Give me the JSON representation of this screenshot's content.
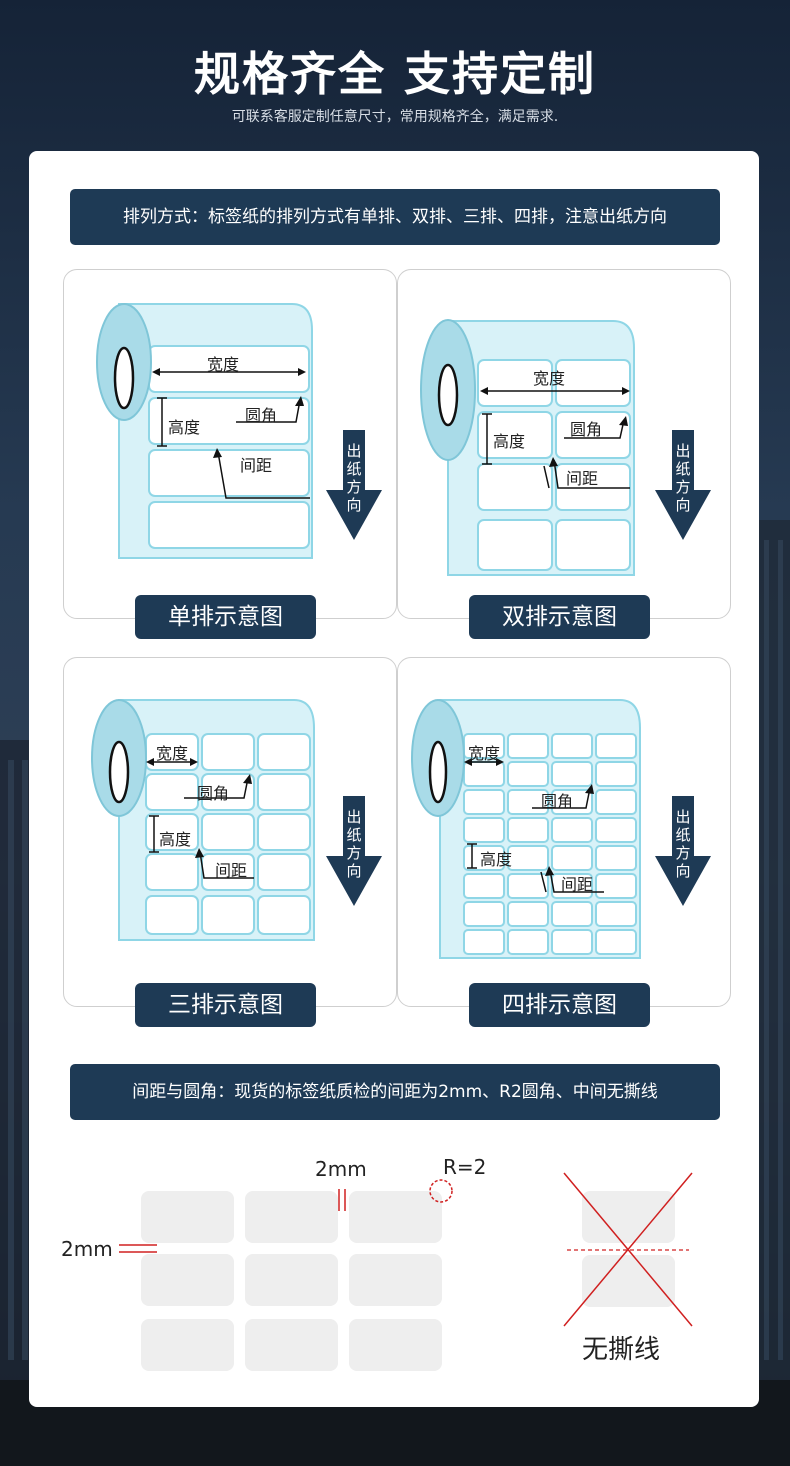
{
  "header": {
    "title": "规格齐全 支持定制",
    "subtitle": "可联系客服定制任意尺寸，常用规格齐全，满足需求."
  },
  "section1": {
    "banner": "排列方式：标签纸的排列方式有单排、双排、三排、四排，注意出纸方向"
  },
  "panels": [
    {
      "label": "单排示意图",
      "width": "宽度",
      "height": "高度",
      "corner": "圆角",
      "spacing": "间距",
      "direction": "出纸方向"
    },
    {
      "label": "双排示意图",
      "width": "宽度",
      "height": "高度",
      "corner": "圆角",
      "spacing": "间距",
      "direction": "出纸方向"
    },
    {
      "label": "三排示意图",
      "width": "宽度",
      "height": "高度",
      "corner": "圆角",
      "spacing": "间距",
      "direction": "出纸方向"
    },
    {
      "label": "四排示意图",
      "width": "宽度",
      "height": "高度",
      "corner": "圆角",
      "spacing": "间距",
      "direction": "出纸方向"
    }
  ],
  "section2": {
    "banner": "间距与圆角：现货的标签纸质检的间距为2mm、R2圆角、中间无撕线",
    "gap_top": "2mm",
    "gap_left": "2mm",
    "radius": "R=2",
    "no_tear": "无撕线"
  },
  "colors": {
    "banner_bg": "#1e3a55",
    "label_cyan": "#8fd6e6",
    "roll_core": "#a9dbe8",
    "arrow": "#1e3a55",
    "cross": "#d02020"
  }
}
